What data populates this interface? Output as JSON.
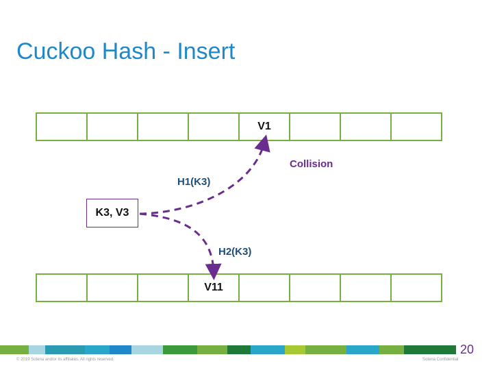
{
  "title": "Cuckoo Hash - Insert",
  "top_table": [
    "",
    "",
    "",
    "",
    "V1",
    "",
    "",
    ""
  ],
  "bottom_table": [
    "",
    "",
    "",
    "V11",
    "",
    "",
    "",
    ""
  ],
  "key_box": "K3, V3",
  "labels": {
    "h1": "H1(K3)",
    "h2": "H2(K3)",
    "collision": "Collision"
  },
  "colors": {
    "title": "#1f88c8",
    "cell_border": "#76b041",
    "arrow": "#6a2c8f",
    "hash_label": "#1f4e79"
  },
  "footer": {
    "page_number": "20",
    "copyright": "© 2019 Sotena and/or its affiliates. All rights reserved.",
    "confidential": "Sotena Confidential",
    "bar_colors": [
      "#76b041",
      "#a7d6e0",
      "#2a9bb0",
      "#2a9bb0",
      "#2aa7c8",
      "#1f88c8",
      "#a7d6e0",
      "#3d9a3a",
      "#76b041",
      "#1f7a3a",
      "#2aa7c8",
      "#a8c832",
      "#76b041",
      "#2aa7c8",
      "#76b041",
      "#1f7a3a"
    ]
  }
}
